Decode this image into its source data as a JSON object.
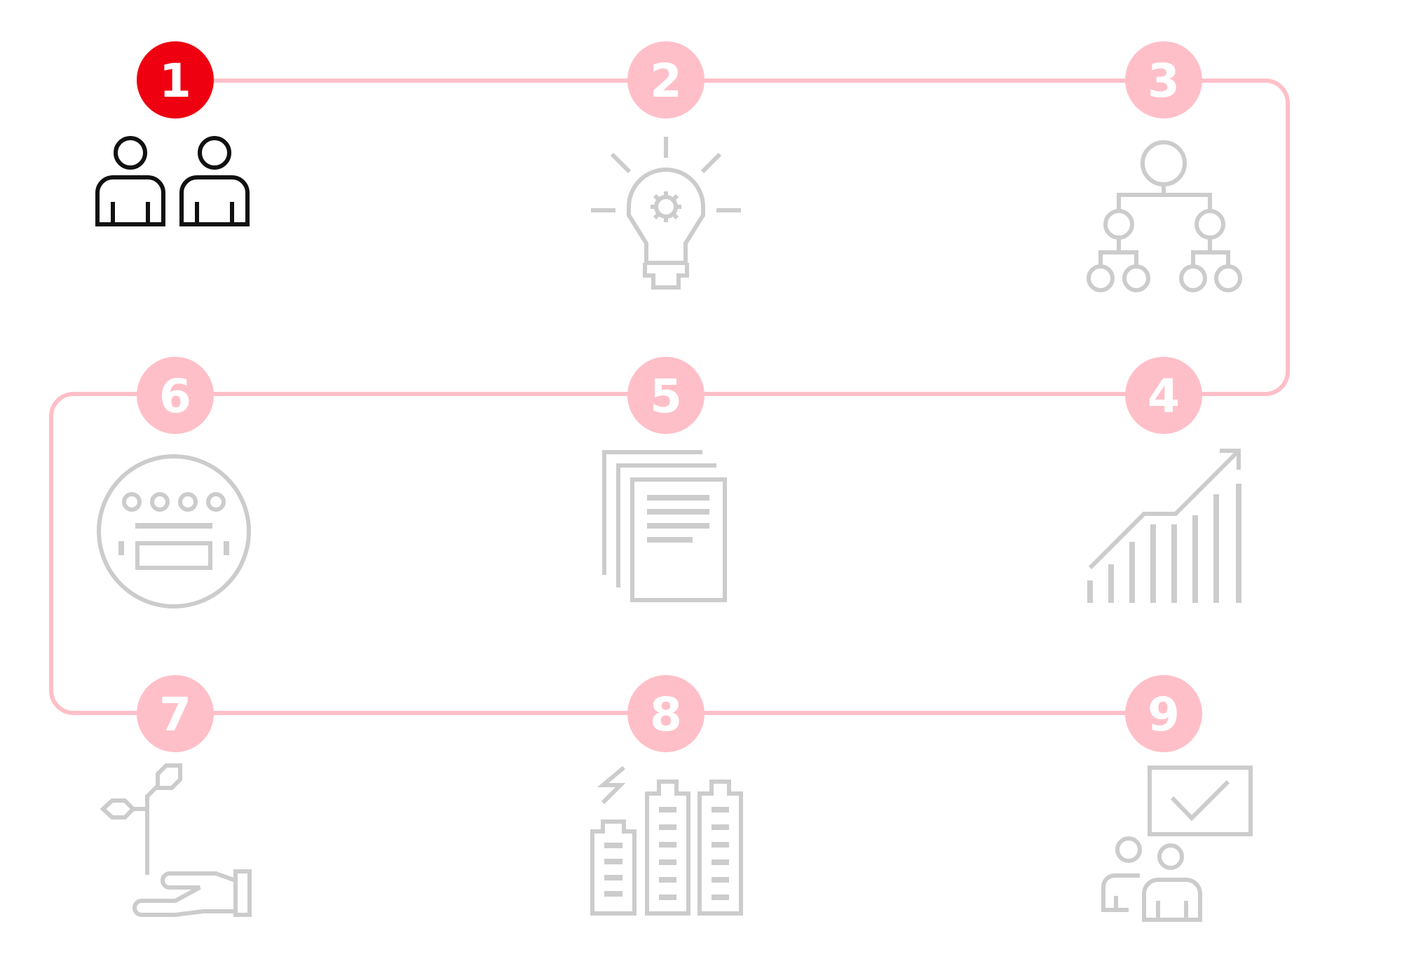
{
  "diagram": {
    "colors": {
      "active": "#ee0011",
      "inactive_step": "#ffbfc8",
      "connector": "#ffbfc8",
      "active_icon": "#111111",
      "inactive_icon": "#cccccc",
      "step_text": "#ffffff"
    },
    "steps": [
      {
        "number": "1",
        "icon": "two-people-icon",
        "state": "active"
      },
      {
        "number": "2",
        "icon": "lightbulb-gear-icon",
        "state": "inactive"
      },
      {
        "number": "3",
        "icon": "hierarchy-tree-icon",
        "state": "inactive"
      },
      {
        "number": "4",
        "icon": "growth-chart-icon",
        "state": "inactive"
      },
      {
        "number": "5",
        "icon": "documents-stack-icon",
        "state": "inactive"
      },
      {
        "number": "6",
        "icon": "electric-meter-icon",
        "state": "inactive"
      },
      {
        "number": "7",
        "icon": "hand-plant-icon",
        "state": "inactive"
      },
      {
        "number": "8",
        "icon": "batteries-icon",
        "state": "inactive"
      },
      {
        "number": "9",
        "icon": "presentation-approval-icon",
        "state": "inactive"
      }
    ]
  }
}
